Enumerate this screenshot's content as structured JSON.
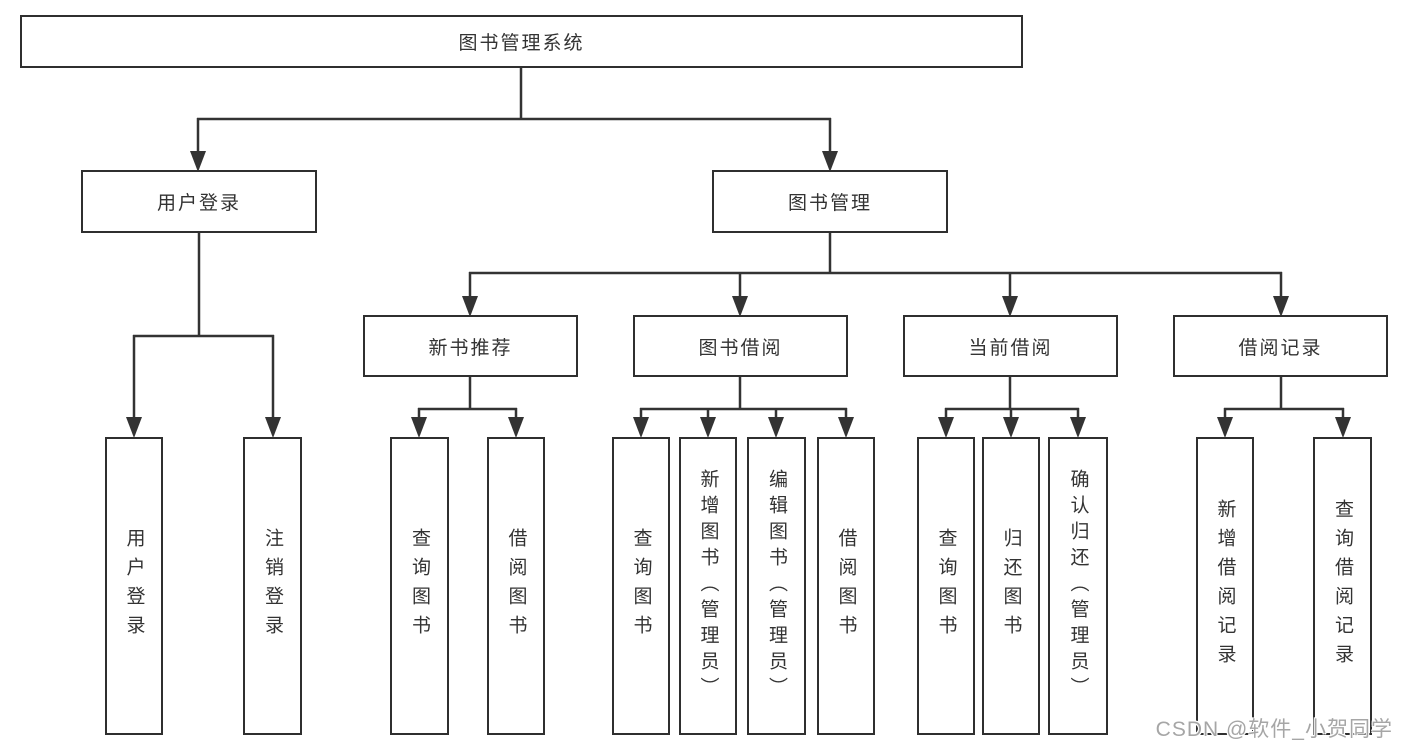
{
  "colors": {
    "background": "#ffffff",
    "line": "#333333",
    "box_border": "#2f2f2f",
    "text": "#333333",
    "watermark": "#a6a6a6"
  },
  "watermark": {
    "text": "CSDN @软件_小贺同学"
  },
  "tree": {
    "label": "图书管理系统",
    "children": [
      {
        "label": "用户登录",
        "children": [
          {
            "label": "用户登录"
          },
          {
            "label": "注销登录"
          }
        ]
      },
      {
        "label": "图书管理",
        "children": [
          {
            "label": "新书推荐",
            "children": [
              {
                "label": "查询图书"
              },
              {
                "label": "借阅图书"
              }
            ]
          },
          {
            "label": "图书借阅",
            "children": [
              {
                "label": "查询图书"
              },
              {
                "label": "新增图书（管理员）"
              },
              {
                "label": "编辑图书（管理员）"
              },
              {
                "label": "借阅图书"
              }
            ]
          },
          {
            "label": "当前借阅",
            "children": [
              {
                "label": "查询图书"
              },
              {
                "label": "归还图书"
              },
              {
                "label": "确认归还（管理员）"
              }
            ]
          },
          {
            "label": "借阅记录",
            "children": [
              {
                "label": "新增借阅记录"
              },
              {
                "label": "查询借阅记录"
              }
            ]
          }
        ]
      }
    ]
  }
}
